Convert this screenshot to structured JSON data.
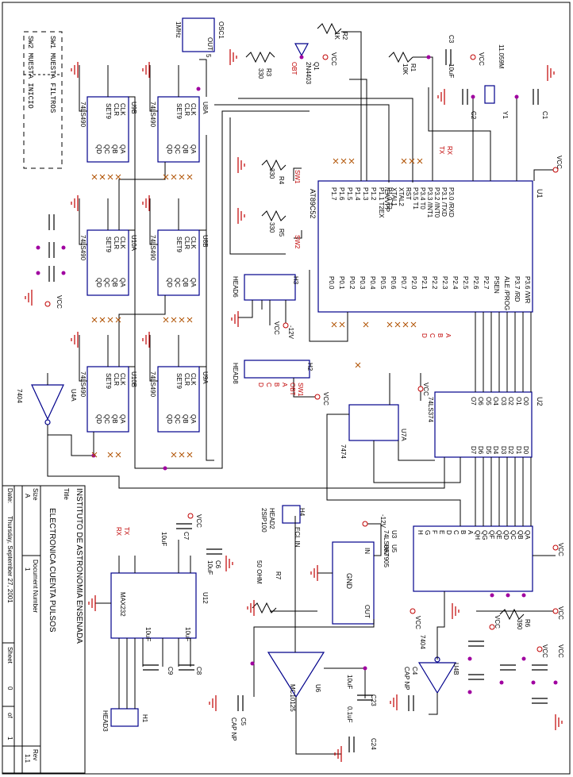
{
  "title_block": {
    "organization": "INSTITUTO DE ASTRONOMIA ENSENADA",
    "title_label": "Title",
    "title": "ELECTRONICA CUENTA PULSOS",
    "size_label": "Size",
    "size": "A",
    "docnum_label": "Document Number",
    "docnum": "1",
    "rev_label": "Rev",
    "rev": "1.1",
    "date_label": "Date:",
    "date": "Thursday, September 27, 2001",
    "sheet_label": "Sheet",
    "sheet_num": "0",
    "of_label": "of",
    "sheet_total": "1"
  },
  "switch_legend": {
    "sw1": "SW1 MUESTA FILTROS",
    "sw2": "SW2 MUESTA INICIO"
  },
  "parts": {
    "osc": {
      "ref": "OSC1",
      "value": "1MHz",
      "pin_out": "OUT",
      "pin_num": "5"
    },
    "q1": {
      "ref": "Q1",
      "value": "2N4403",
      "net": "OBT"
    },
    "r2": {
      "ref": "R2",
      "value": "1K"
    },
    "r3": {
      "ref": "R3",
      "value": "330"
    },
    "r1": {
      "ref": "R1",
      "value": "10K"
    },
    "c3": {
      "ref": "C3",
      "value": "10uF"
    },
    "xtal": {
      "ref": "Y1",
      "value": "11.059M"
    },
    "c1": {
      "ref": "C1"
    },
    "c2": {
      "ref": "C2"
    },
    "u1": {
      "ref": "U1",
      "value": "AT89C52"
    },
    "r4": {
      "ref": "R4",
      "value": "330",
      "net": "SW1"
    },
    "r5": {
      "ref": "R5",
      "value": "330",
      "net": "SW2"
    },
    "h3": {
      "ref": "H3",
      "value": "HEAD6",
      "net": "-12V"
    },
    "h2": {
      "ref": "H2",
      "value": "HEAD8"
    },
    "u9b": {
      "ref": "U9B",
      "value": "74LS490"
    },
    "u8a": {
      "ref": "U8A",
      "value": "74LS490"
    },
    "u10a": {
      "ref": "U10A",
      "value": "74LS490"
    },
    "u8b": {
      "ref": "U8B",
      "value": "74LS490"
    },
    "u10b": {
      "ref": "U10B",
      "value": "74LS490"
    },
    "u9a": {
      "ref": "U9A",
      "value": "74LS490"
    },
    "u4a": {
      "ref": "U4A",
      "value": "7404"
    },
    "u7a": {
      "ref": "U7A",
      "value": "7474"
    },
    "u2": {
      "ref": "U2",
      "value": "74LS374"
    },
    "u3": {
      "ref": "U3",
      "value": "74LS867"
    },
    "u5": {
      "ref": "U5",
      "value": "UA7905",
      "pin_in": "IN",
      "pin_gnd": "GND",
      "pin_out": "OUT",
      "net": "-12V"
    },
    "h4": {
      "ref": "H4",
      "value": "HEAD2",
      "value2": "2SIP100",
      "net": "ECL IN"
    },
    "r7": {
      "ref": "R7",
      "value": "50 OHM"
    },
    "u6": {
      "ref": "U6",
      "value": "MC10125"
    },
    "u12": {
      "ref": "U12",
      "value": "MAX232"
    },
    "h1": {
      "ref": "H1",
      "value": "HEAD3"
    },
    "c7": {
      "ref": "C7",
      "value": "10uF"
    },
    "c6": {
      "ref": "C6",
      "value": "10uF"
    },
    "c9": {
      "ref": "C9",
      "value": "10uF"
    },
    "c8": {
      "ref": "C8",
      "value": "10uF"
    },
    "c5": {
      "ref": "C5",
      "value": "CAP NP"
    },
    "c23": {
      "ref": "C23",
      "value": "10uF"
    },
    "c24": {
      "ref": "C24",
      "value": "0.1uF"
    },
    "c4": {
      "ref": "C4",
      "value": "CAP NP"
    },
    "u4b": {
      "ref": "U4B",
      "value": "7404"
    },
    "r6": {
      "ref": "R6",
      "value": "390"
    }
  },
  "u1_pins_left": [
    "P1.0 T2",
    "P1.1 T2EX",
    "P1.2",
    "P1.3",
    "P1.4",
    "P1.5",
    "P1.6",
    "P1.7"
  ],
  "u1_pins_right": [
    "P3.0 /RXD",
    "P3.1 /TXD",
    "P3.2 /INT0",
    "P3.3 /INT1",
    "P3.4 T0",
    "P3.5 T1",
    "RST",
    "XTAL2",
    "XTAL1",
    "/EA/VPP"
  ],
  "u1_pins_bottom": [
    "P3.6 /WR",
    "P3.7 /RD",
    "ALE /PROG",
    "PSEN",
    "P2.7",
    "P2.6",
    "P2.5",
    "P2.4",
    "P2.3",
    "P2.2",
    "P2.1",
    "P2.0",
    "P0.7",
    "P0.6",
    "P0.5",
    "P0.4",
    "P0.3",
    "P0.2",
    "P0.1",
    "P0.0"
  ],
  "u2_pins_d": [
    "D0",
    "D1",
    "D2",
    "D3",
    "D4",
    "D5",
    "D6",
    "D7"
  ],
  "u2_pins_q": [
    "O0",
    "O1",
    "O2",
    "O3",
    "O4",
    "O5",
    "O6",
    "O7"
  ],
  "u3_pins": [
    "QA",
    "QB",
    "QC",
    "QD",
    "QE",
    "QF",
    "QG",
    "QH",
    "A",
    "B",
    "C",
    "D",
    "E",
    "F",
    "G",
    "H"
  ],
  "nets": {
    "vcc": "VCC",
    "rx": "RX",
    "tx": "TX",
    "minus12": "-12V",
    "a": "A",
    "b": "B",
    "c": "C",
    "d": "D"
  },
  "counter_pins": {
    "clk": "CLK",
    "clr": "CLR",
    "set9": "SET9",
    "qa": "QA",
    "qb": "QB",
    "qc": "QC",
    "qd": "QD"
  }
}
